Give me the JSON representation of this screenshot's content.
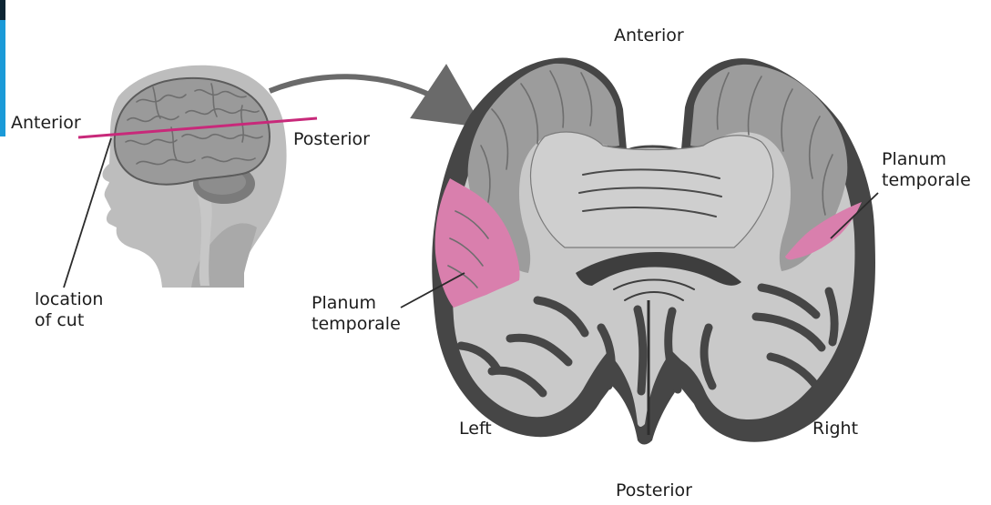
{
  "colors": {
    "cortex_gray": "#9c9c9c",
    "cortex_dark": "#464646",
    "white_matter": "#c9c9c9",
    "planum_pink": "#d97fad",
    "cut_line": "#c8297a",
    "outline": "#2b2b2b",
    "edge_accent": "#1b9ad8"
  },
  "head": {
    "anterior": "Anterior",
    "posterior": "Posterior",
    "cut_label": [
      "location",
      "of cut"
    ]
  },
  "section": {
    "anterior": "Anterior",
    "posterior": "Posterior",
    "left": "Left",
    "right": "Right",
    "planum_left": [
      "Planum",
      "temporale"
    ],
    "planum_right": [
      "Planum",
      "temporale"
    ]
  }
}
